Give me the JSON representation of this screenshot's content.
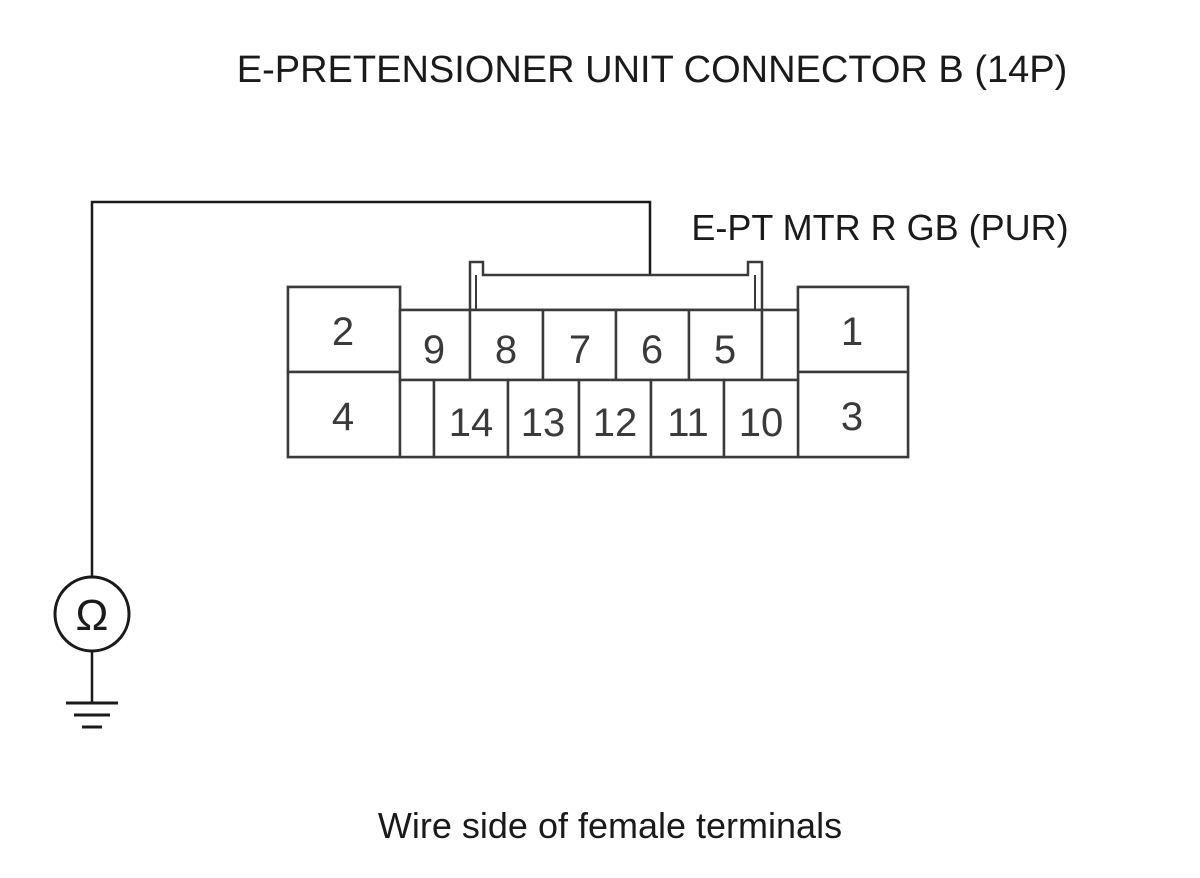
{
  "title": "E-PRETENSIONER UNIT CONNECTOR B (14P)",
  "wire_label": "E-PT MTR R GB (PUR)",
  "caption": "Wire side of female terminals",
  "meter_symbol": "Ω",
  "meter_icon": "ohmmeter-icon",
  "ground_icon": "ground-icon",
  "connector": {
    "pins_outer": [
      "2",
      "4",
      "1",
      "3"
    ],
    "pins_top_row": [
      "9",
      "8",
      "7",
      "6",
      "5"
    ],
    "pins_bottom_row": [
      "14",
      "13",
      "12",
      "11",
      "10"
    ],
    "probed_pin": "6"
  }
}
